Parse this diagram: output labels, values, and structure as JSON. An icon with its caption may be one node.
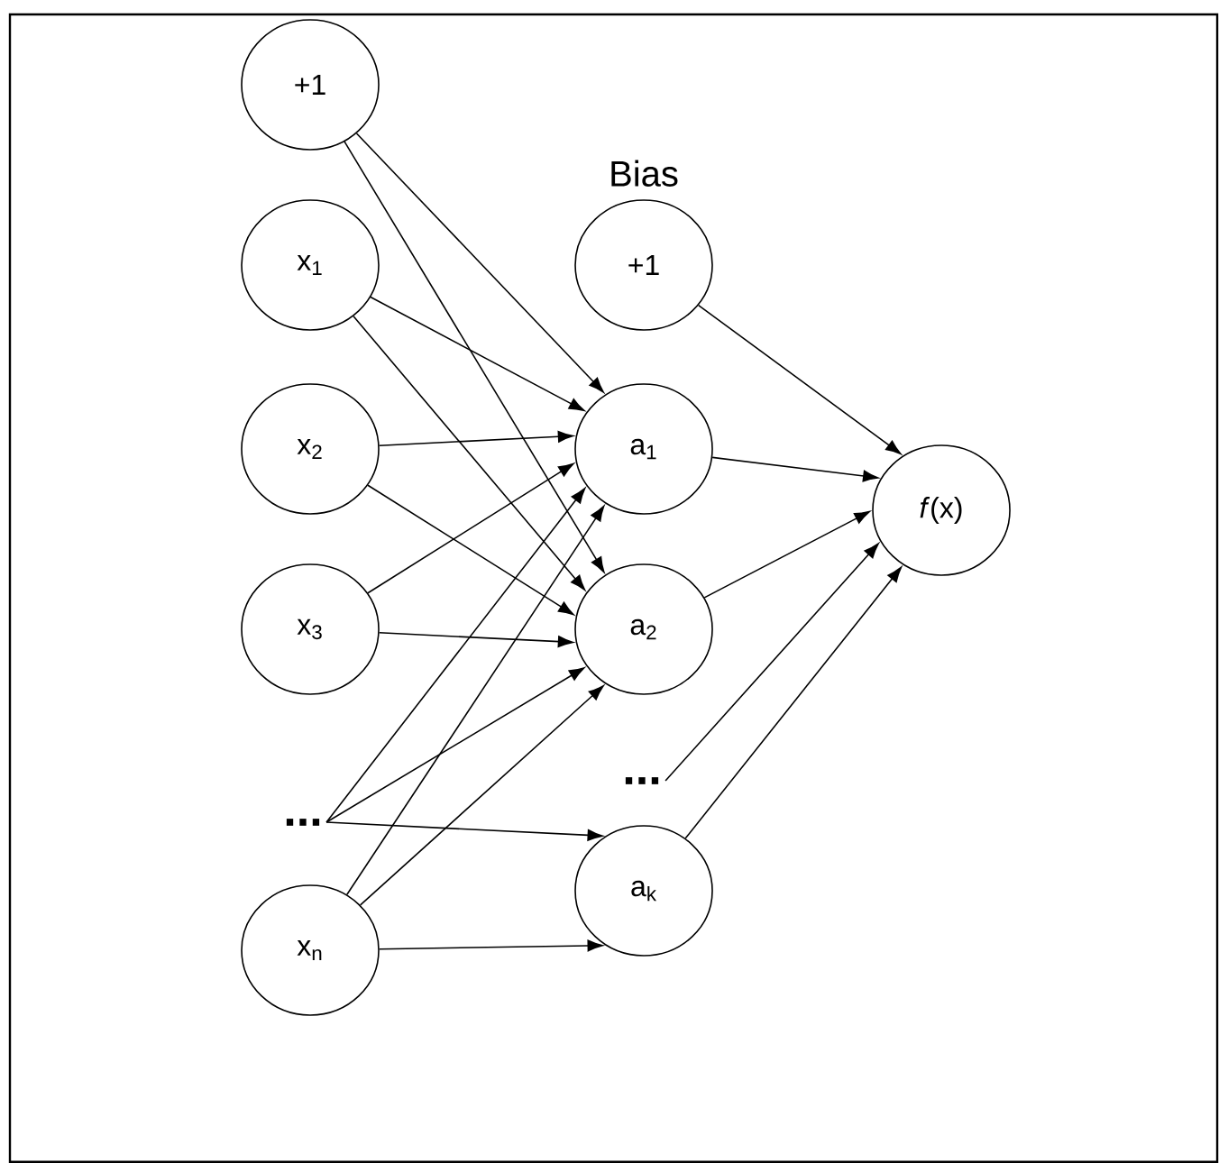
{
  "diagram": {
    "nodes": [
      {
        "text": [
          "+1"
        ]
      },
      {
        "text": [
          "x$_{1}$"
        ]
      },
      {
        "text": [
          "x$_{2}$"
        ]
      },
      {
        "text": [
          "x$_{3}$"
        ]
      },
      {
        "text": [
          "..."
        ]
      },
      {
        "text": [
          "x$_{n}$"
        ]
      },
      {
        "text": [
          "+1"
        ],
        "beside": [
          "Bias"
        ]
      },
      {
        "text": [
          "a$_{1}$"
        ]
      },
      {
        "text": [
          "a$_{2}$"
        ]
      },
      {
        "text": [
          "..."
        ]
      },
      {
        "text": [
          "a$_{k}$"
        ]
      },
      {
        "text": [
          "*f*(x)"
        ]
      }
    ],
    "edges": [
      {
        "from": 0,
        "to": 7,
        "arrow": "to"
      },
      {
        "from": 0,
        "to": 8,
        "arrow": "to"
      },
      {
        "from": 1,
        "to": 7,
        "arrow": "to"
      },
      {
        "from": 1,
        "to": 8,
        "arrow": "to"
      },
      {
        "from": 2,
        "to": 7,
        "arrow": "to"
      },
      {
        "from": 2,
        "to": 8,
        "arrow": "to"
      },
      {
        "from": 3,
        "to": 7,
        "arrow": "to"
      },
      {
        "from": 3,
        "to": 8,
        "arrow": "to"
      },
      {
        "from": 4,
        "to": 7,
        "arrow": "to"
      },
      {
        "from": 4,
        "to": 8,
        "arrow": "to"
      },
      {
        "from": 4,
        "to": 10,
        "arrow": "to"
      },
      {
        "from": 5,
        "to": 7,
        "arrow": "to"
      },
      {
        "from": 5,
        "to": 8,
        "arrow": "to"
      },
      {
        "from": 5,
        "to": 10,
        "arrow": "to"
      },
      {
        "from": 6,
        "to": 11,
        "arrow": "to"
      },
      {
        "from": 7,
        "to": 11,
        "arrow": "to"
      },
      {
        "from": 8,
        "to": 11,
        "arrow": "to"
      },
      {
        "from": 9,
        "to": 11,
        "arrow": "to"
      },
      {
        "from": 10,
        "to": 11,
        "arrow": "to"
      }
    ]
  }
}
